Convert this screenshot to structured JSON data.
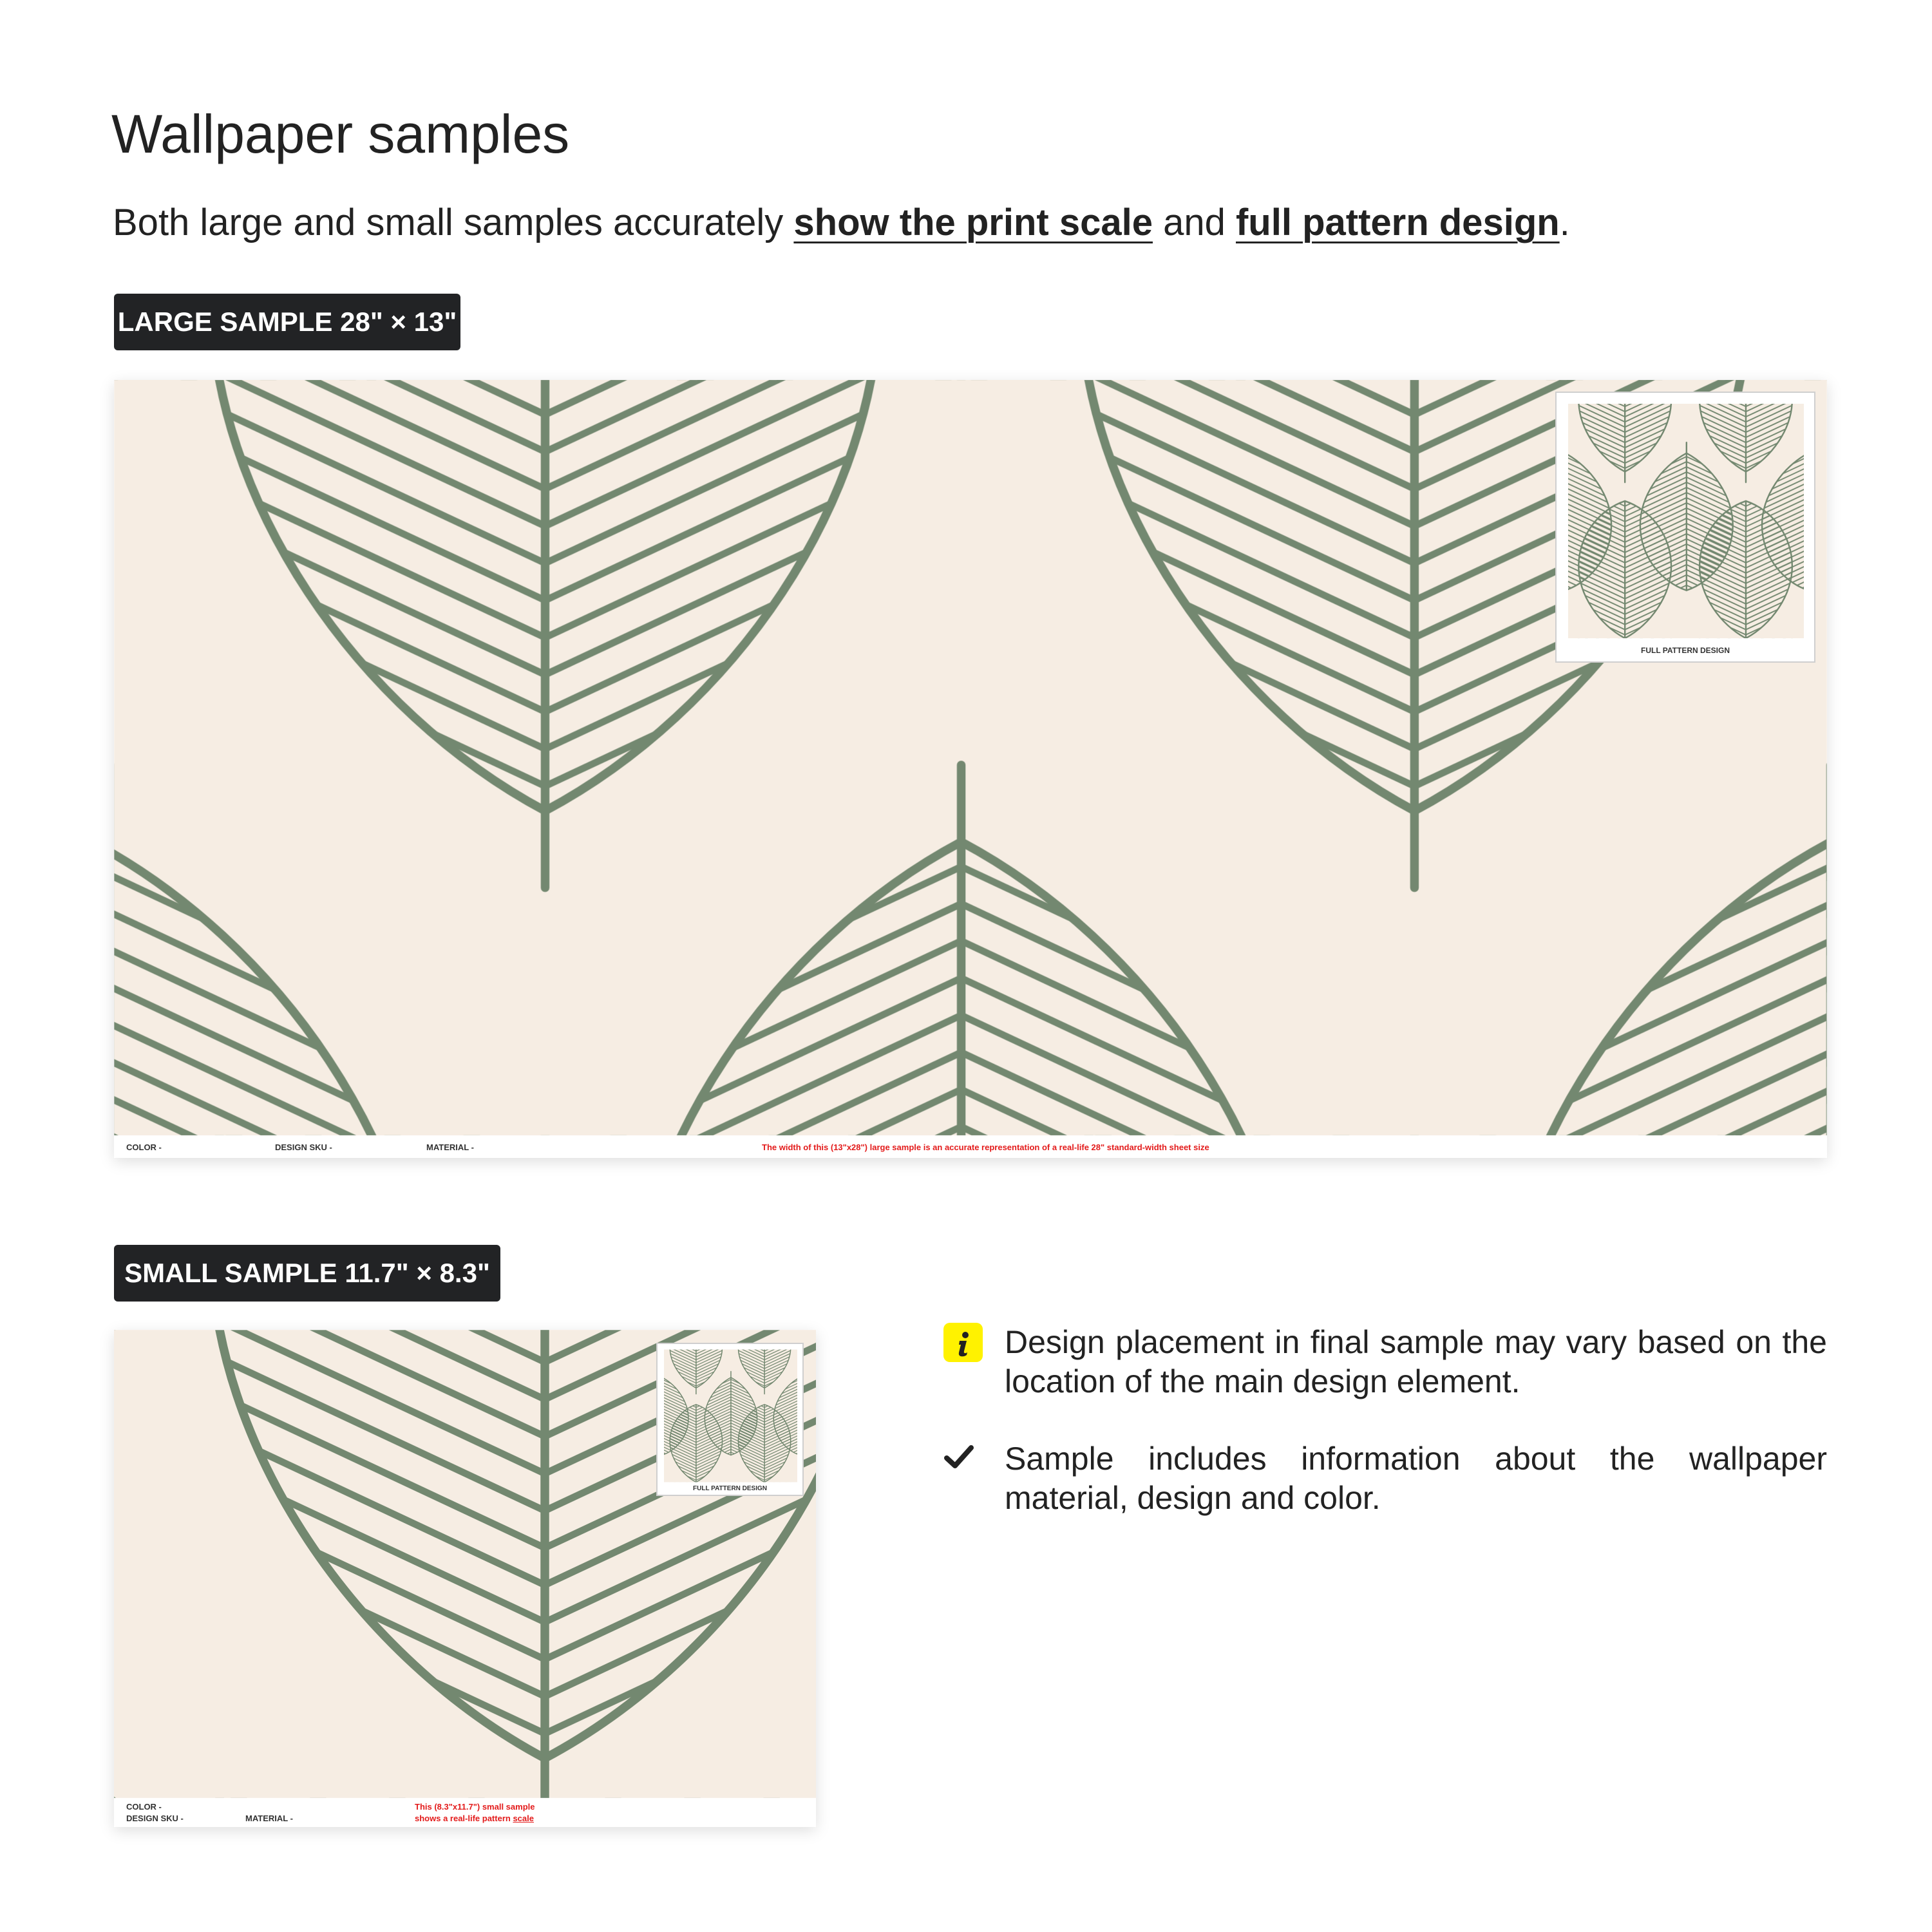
{
  "title": "Wallpaper samples",
  "subtitle": {
    "part1": "Both large and small samples accurately ",
    "link1": "show the print scale",
    "part2": " and ",
    "link2": "full pattern design",
    "part3": "."
  },
  "large": {
    "badge": "LARGE SAMPLE 28\" × 13\"",
    "thumb_label": "FULL PATTERN DESIGN",
    "footer": {
      "color": "COLOR -",
      "sku": "DESIGN SKU -",
      "material": "MATERIAL -",
      "note": "The width of this (13\"x28\") large sample is an accurate representation of a real-life 28\" standard-width sheet size"
    }
  },
  "small": {
    "badge": "SMALL SAMPLE 11.7\" × 8.3\"",
    "thumb_label": "FULL PATTERN DESIGN",
    "footer": {
      "color": "COLOR -",
      "sku": "DESIGN SKU -",
      "material": "MATERIAL -",
      "note_line1": "This (8.3\"x11.7\") small sample",
      "note_line2_prefix": "shows a real-life pattern ",
      "note_line2_link": "scale"
    }
  },
  "notes": [
    {
      "icon": "info-icon",
      "text": "Design placement in final sample may vary based on the location of the main design element."
    },
    {
      "icon": "check-icon",
      "text": "Sample includes information about the wallpaper material, design and color."
    }
  ],
  "colors": {
    "leaf": "#738870",
    "background": "#f6ede3",
    "badge": "#222325",
    "info": "#fff200",
    "red": "#e31b1b"
  }
}
